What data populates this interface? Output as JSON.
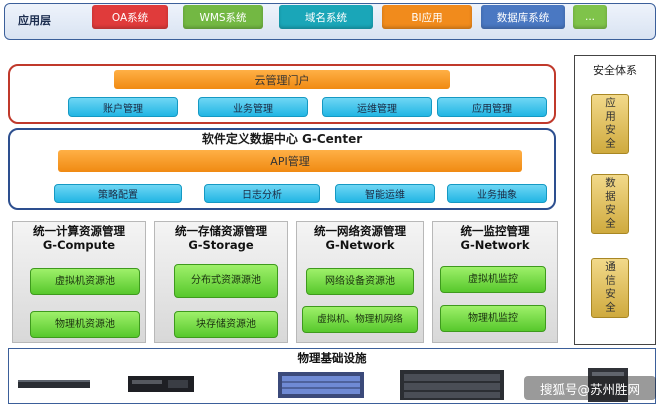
{
  "app_layer": {
    "label": "应用层",
    "apps": [
      {
        "label": "OA系统",
        "color": "#e03b3b"
      },
      {
        "label": "WMS系统",
        "color": "#73b843"
      },
      {
        "label": "域名系统",
        "color": "#1aa6b8"
      },
      {
        "label": "BI应用",
        "color": "#f18b1c"
      },
      {
        "label": "数据库系统",
        "color": "#4a78c2"
      },
      {
        "label": "...",
        "color": "#7fc34a"
      }
    ]
  },
  "cloud_portal": {
    "title": "云管理门户",
    "items": [
      "账户管理",
      "业务管理",
      "运维管理",
      "应用管理"
    ]
  },
  "g_center": {
    "title": "软件定义数据中心 G-Center",
    "api": "API管理",
    "items": [
      "策略配置",
      "日志分析",
      "智能运维",
      "业务抽象"
    ]
  },
  "resources": [
    {
      "title1": "统一计算资源管理",
      "title2": "G-Compute",
      "items": [
        "虚拟机资源池",
        "物理机资源池"
      ]
    },
    {
      "title1": "统一存储资源管理",
      "title2": "G-Storage",
      "items": [
        "分布式资源源池",
        "块存储资源池"
      ]
    },
    {
      "title1": "统一网络资源管理",
      "title2": "G-Network",
      "items": [
        "网络设备资源池",
        "虚拟机、物理机网络"
      ]
    },
    {
      "title1": "统一监控管理",
      "title2": "G-Network",
      "items": [
        "虚拟机监控",
        "物理机监控"
      ]
    }
  ],
  "security": {
    "title": "安全体系",
    "items": [
      "应用安全",
      "数据安全",
      "通信安全"
    ]
  },
  "physical": {
    "title": "物理基础设施"
  },
  "watermark": "搜狐号@苏州胜网",
  "colors": {
    "portal_border": "#c0392b",
    "center_border": "#2d4f8f",
    "orange": "#f08a12",
    "cyan": "#22b6e4",
    "green": "#57c82c",
    "gold": "#cfaa3e"
  }
}
